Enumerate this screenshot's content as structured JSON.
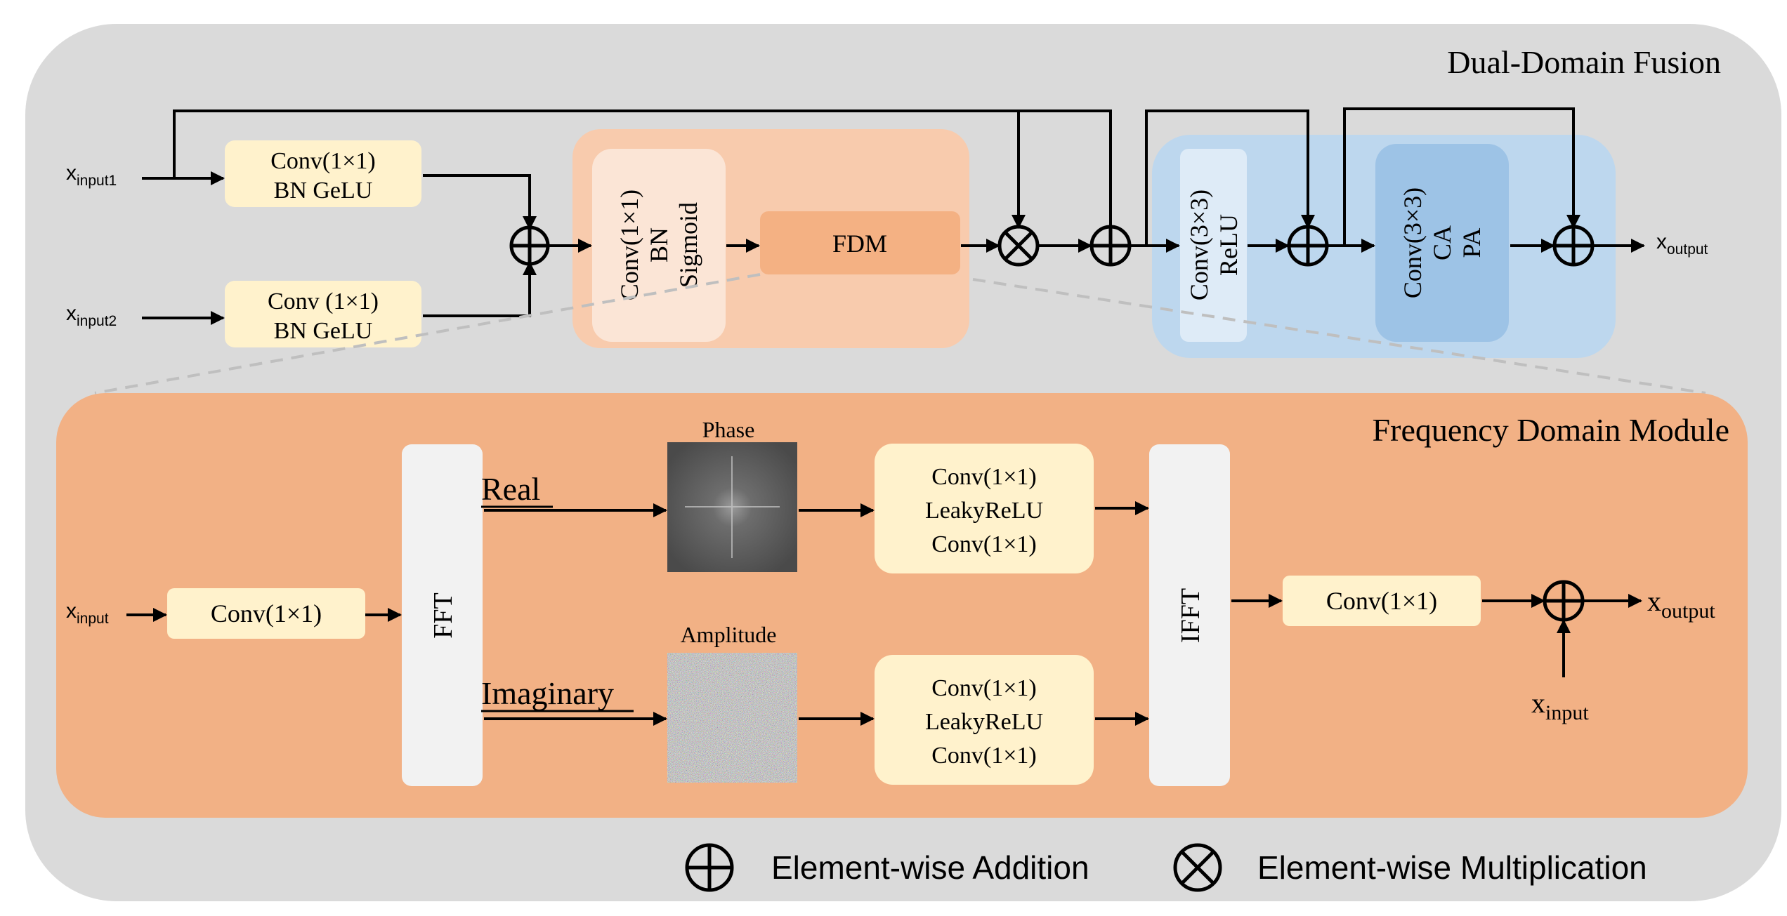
{
  "colors": {
    "outer_bg": "#dadada",
    "fdm_panel": "#f2b185",
    "orange_group": "#f8cbad",
    "orange_inner": "#fbe5d6",
    "fdm_block": "#f4b183",
    "blue_group": "#bdd7ee",
    "blue_light": "#deebf7",
    "blue_dark": "#9dc3e6",
    "yellow_block": "#fff2cc",
    "white_block": "#f2f2f2",
    "arrow": "#000000",
    "dashed": "#bfbfbf"
  },
  "top": {
    "title": "Dual-Domain Fusion",
    "input1": {
      "main": "x",
      "sub": "input1"
    },
    "input2": {
      "main": "x",
      "sub": "input2"
    },
    "conv_top": {
      "line1": "Conv(1×1)",
      "line2": "BN GeLU"
    },
    "conv_bottom": {
      "line1": "Conv (1×1)",
      "line2": "BN GeLU"
    },
    "gate_block": {
      "line1": "Conv(1×1)",
      "line2": "BN",
      "line3": "Sigmoid"
    },
    "fdm_label": "FDM",
    "conv33_relu": {
      "line1": "Conv(3×3)",
      "line2": "ReLU"
    },
    "conv33_capa": {
      "line1": "Conv(3×3)",
      "line2": "CA",
      "line3": "PA"
    },
    "output": {
      "main": "x",
      "sub": "output"
    }
  },
  "bottom": {
    "title": "Frequency Domain Module",
    "input": {
      "main": "x",
      "sub": "input"
    },
    "conv_in": "Conv(1×1)",
    "fft": "FFT",
    "real_label": "Real",
    "imag_label": "Imaginary",
    "phase_label": "Phase",
    "amplitude_label": "Amplitude",
    "branch_top": {
      "line1": "Conv(1×1)",
      "line2": "LeakyReLU",
      "line3": "Conv(1×1)"
    },
    "branch_bottom": {
      "line1": "Conv(1×1)",
      "line2": "LeakyReLU",
      "line3": "Conv(1×1)"
    },
    "ifft": "IFFT",
    "conv_out": "Conv(1×1)",
    "output": {
      "main": "x",
      "sub": "output"
    },
    "residual_input": {
      "main": "x",
      "sub": "input"
    }
  },
  "legend": {
    "addition": "Element-wise Addition",
    "multiplication": "Element-wise Multiplication"
  }
}
